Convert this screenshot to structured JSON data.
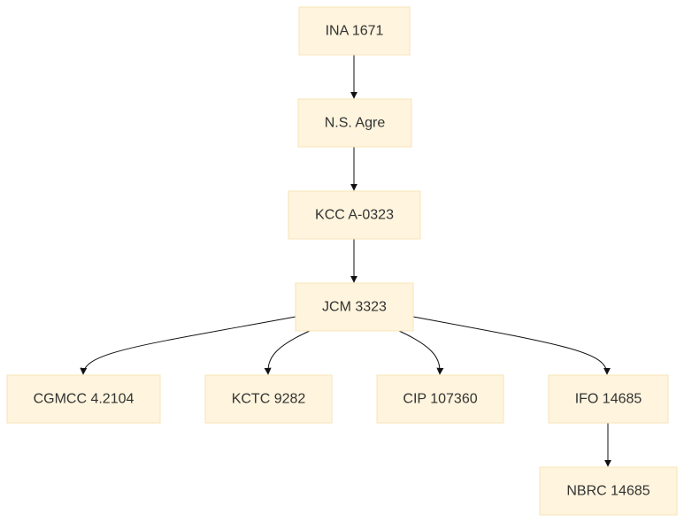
{
  "diagram": {
    "nodes": {
      "ina": {
        "label": "INA 1671"
      },
      "ns": {
        "label": "N.S. Agre"
      },
      "kcc": {
        "label": "KCC A-0323"
      },
      "jcm": {
        "label": "JCM 3323"
      },
      "cgmcc": {
        "label": "CGMCC 4.2104"
      },
      "kctc": {
        "label": "KCTC 9282"
      },
      "cip": {
        "label": "CIP 107360"
      },
      "ifo": {
        "label": "IFO 14685"
      },
      "nbrc": {
        "label": "NBRC 14685"
      }
    },
    "edges": [
      {
        "from": "ina",
        "to": "ns"
      },
      {
        "from": "ns",
        "to": "kcc"
      },
      {
        "from": "kcc",
        "to": "jcm"
      },
      {
        "from": "jcm",
        "to": "cgmcc"
      },
      {
        "from": "jcm",
        "to": "kctc"
      },
      {
        "from": "jcm",
        "to": "cip"
      },
      {
        "from": "jcm",
        "to": "ifo"
      },
      {
        "from": "ifo",
        "to": "nbrc"
      }
    ]
  }
}
